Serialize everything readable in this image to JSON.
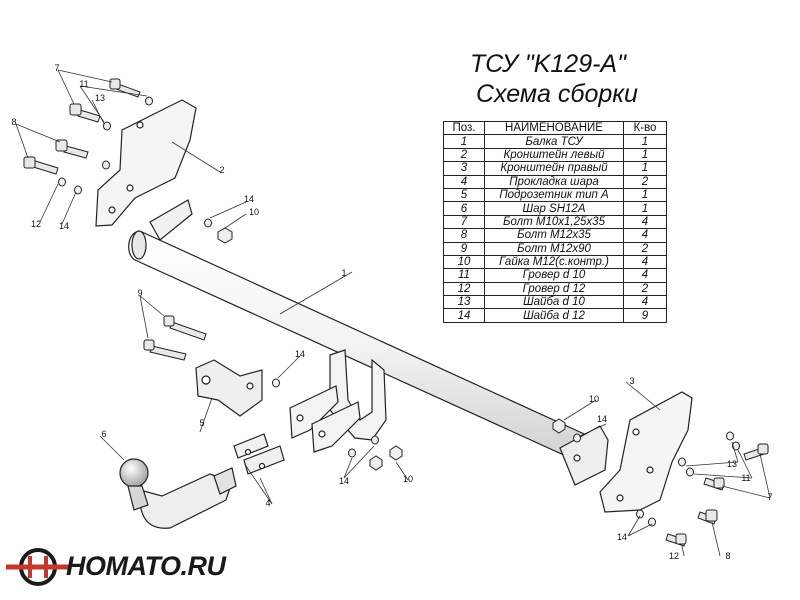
{
  "title": {
    "line1": "ТСУ \"K129-A\"",
    "line2": "Схема сборки"
  },
  "table": {
    "headers": [
      "Поз.",
      "НАИМЕНОВАНИЕ",
      "К-во"
    ],
    "rows": [
      {
        "pos": "1",
        "name": "Балка ТСУ",
        "qty": "1"
      },
      {
        "pos": "2",
        "name": "Кронштейн левый",
        "qty": "1"
      },
      {
        "pos": "3",
        "name": "Кронштейн правый",
        "qty": "1"
      },
      {
        "pos": "4",
        "name": "Прокладка шара",
        "qty": "2"
      },
      {
        "pos": "5",
        "name": "Подрозетник тип А",
        "qty": "1"
      },
      {
        "pos": "6",
        "name": "Шар SH12A",
        "qty": "1"
      },
      {
        "pos": "7",
        "name": "Болт М10х1,25х35",
        "qty": "4"
      },
      {
        "pos": "8",
        "name": "Болт М12х35",
        "qty": "4"
      },
      {
        "pos": "9",
        "name": "Болт М12х90",
        "qty": "2"
      },
      {
        "pos": "10",
        "name": "Гайка М12(с.контр.)",
        "qty": "4"
      },
      {
        "pos": "11",
        "name": "Гровер d 10",
        "qty": "4"
      },
      {
        "pos": "12",
        "name": "Гровер d 12",
        "qty": "2"
      },
      {
        "pos": "13",
        "name": "Шайба d 10",
        "qty": "4"
      },
      {
        "pos": "14",
        "name": "Шайба d 12",
        "qty": "9"
      }
    ]
  },
  "callouts": {
    "c7_left": "7",
    "c11_left": "11",
    "c13_left": "13",
    "c8_left": "8",
    "c12_left": "12",
    "c14_left": "14",
    "c2": "2",
    "c14_top": "14",
    "c10_top": "10",
    "c1": "1",
    "c9": "9",
    "c14_mid": "14",
    "c5": "5",
    "c6": "6",
    "c4": "4",
    "c14_bot": "14",
    "c10_bot": "10",
    "c3": "3",
    "c10_right": "10",
    "c14_right": "14",
    "c13_right": "13",
    "c11_right": "11",
    "c7_right": "7",
    "c14_br": "14",
    "c12_right": "12",
    "c8_right": "8"
  },
  "brand": {
    "name": "HOMATO.RU"
  },
  "colors": {
    "line": "#222222",
    "fill": "#f4f4f4",
    "logo_red": "#c0392b"
  }
}
